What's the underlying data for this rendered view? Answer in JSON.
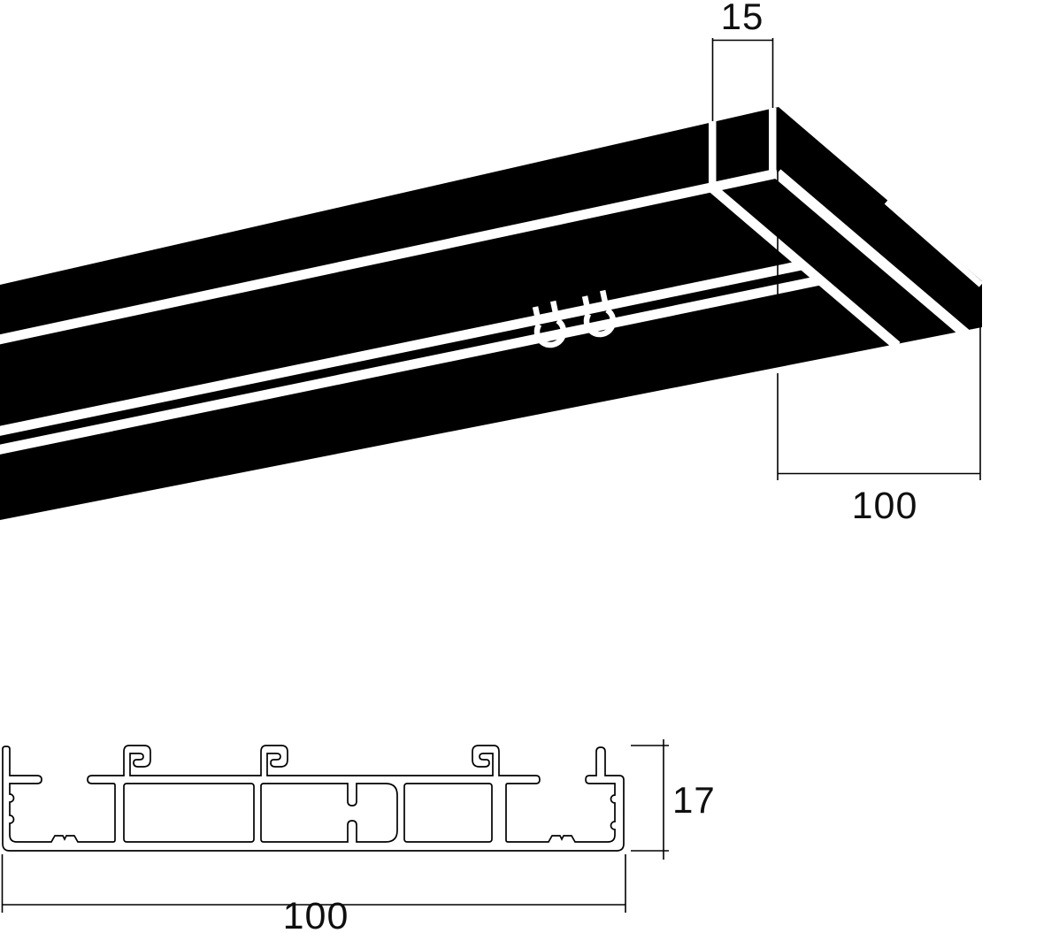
{
  "drawing": {
    "title_semantic": "curtain-rail-profile-technical-drawing",
    "colors": {
      "ink": "#000000",
      "paper": "#ffffff"
    },
    "perspective_view": {
      "top_slot_dimension": "15",
      "width_dimension": "100",
      "glider_count": "2"
    },
    "cross_section": {
      "height_dimension": "17",
      "width_dimension": "100"
    }
  }
}
